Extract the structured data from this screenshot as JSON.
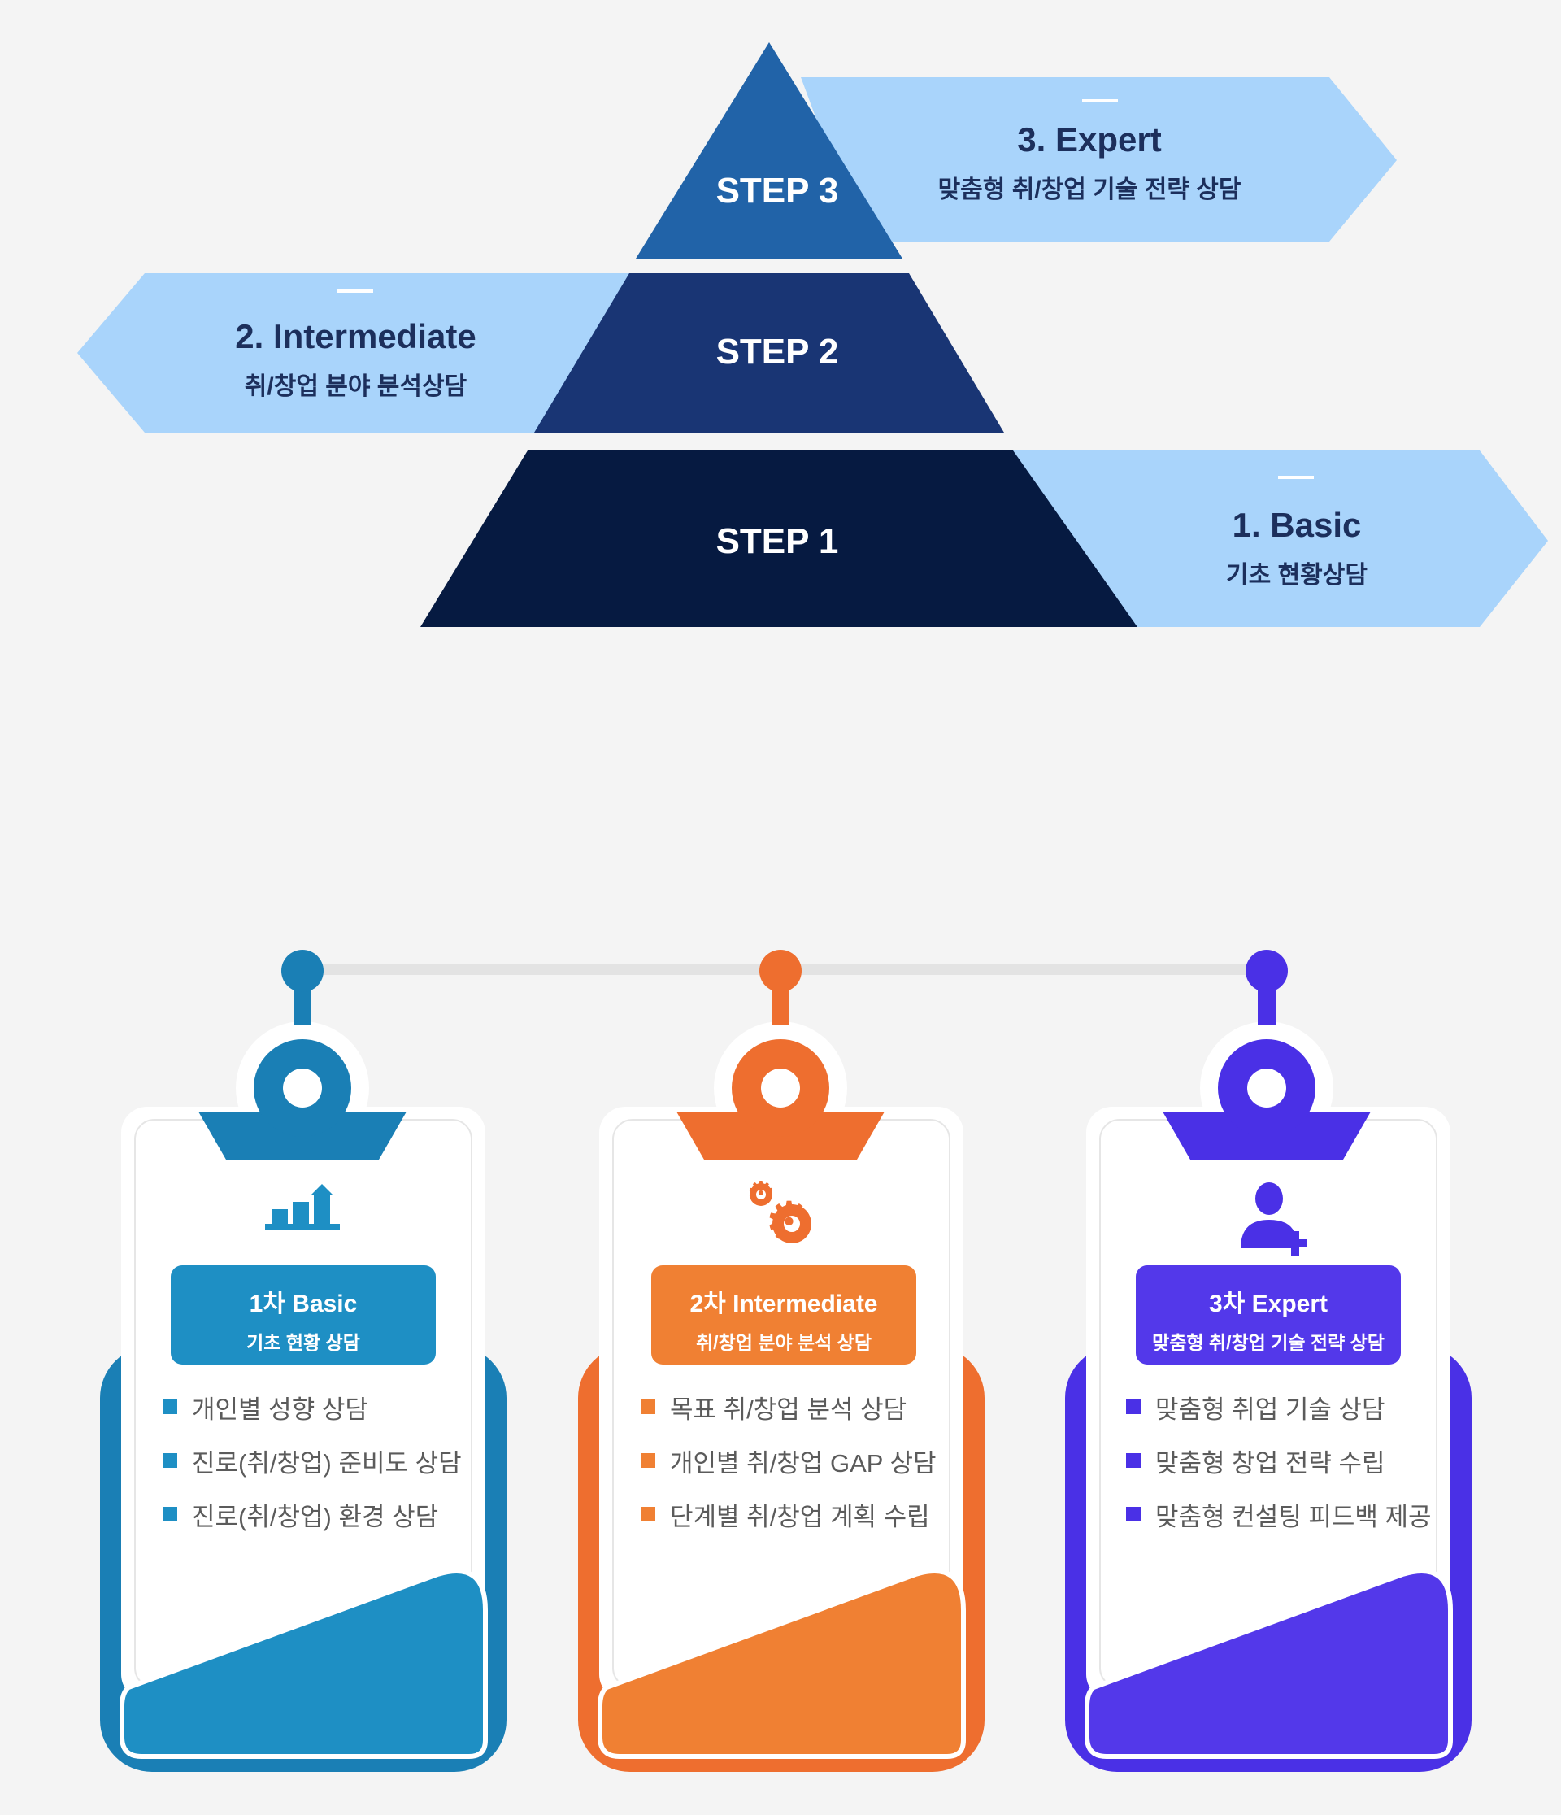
{
  "pyramid": {
    "steps": [
      {
        "label": "STEP 3",
        "color": "#2163a8"
      },
      {
        "label": "STEP 2",
        "color": "#193574"
      },
      {
        "label": "STEP 1",
        "color": "#061a41"
      }
    ],
    "arrows": [
      {
        "title": "3. Expert",
        "subtitle": "맞춤형 취/창업 기술 전략 상담"
      },
      {
        "title": "2. Intermediate",
        "subtitle": "취/창업 분야 분석상담"
      },
      {
        "title": "1. Basic",
        "subtitle": "기초 현황상담"
      }
    ],
    "arrow_color": "#a9d4fb",
    "title_color": "#1c2f5c"
  },
  "cards": [
    {
      "title": "1차 Basic",
      "subtitle": "기초 현황 상담",
      "icon": "bar-chart-icon",
      "color": "#1e8fc4",
      "dark_color": "#1a7fb5",
      "items": [
        "개인별 성향 상담",
        "진로(취/창업) 준비도 상담",
        "진로(취/창업) 환경 상담"
      ]
    },
    {
      "title": "2차 Intermediate",
      "subtitle": "취/창업 분야 분석 상담",
      "icon": "gears-icon",
      "color": "#f08033",
      "dark_color": "#ee6e2f",
      "items": [
        "목표 취/창업 분석 상담",
        "개인별 취/창업 GAP 상담",
        "단계별 취/창업 계획 수립"
      ]
    },
    {
      "title": "3차 Expert",
      "subtitle": "맞춤형 취/창업 기술 전략 상담",
      "icon": "add-user-icon",
      "color": "#5338ea",
      "dark_color": "#4a30e6",
      "items": [
        "맞춤형 취업 기술 상담",
        "맞춤형 창업 전략 수립",
        "맞춤형 컨설팅 피드백 제공"
      ]
    }
  ]
}
